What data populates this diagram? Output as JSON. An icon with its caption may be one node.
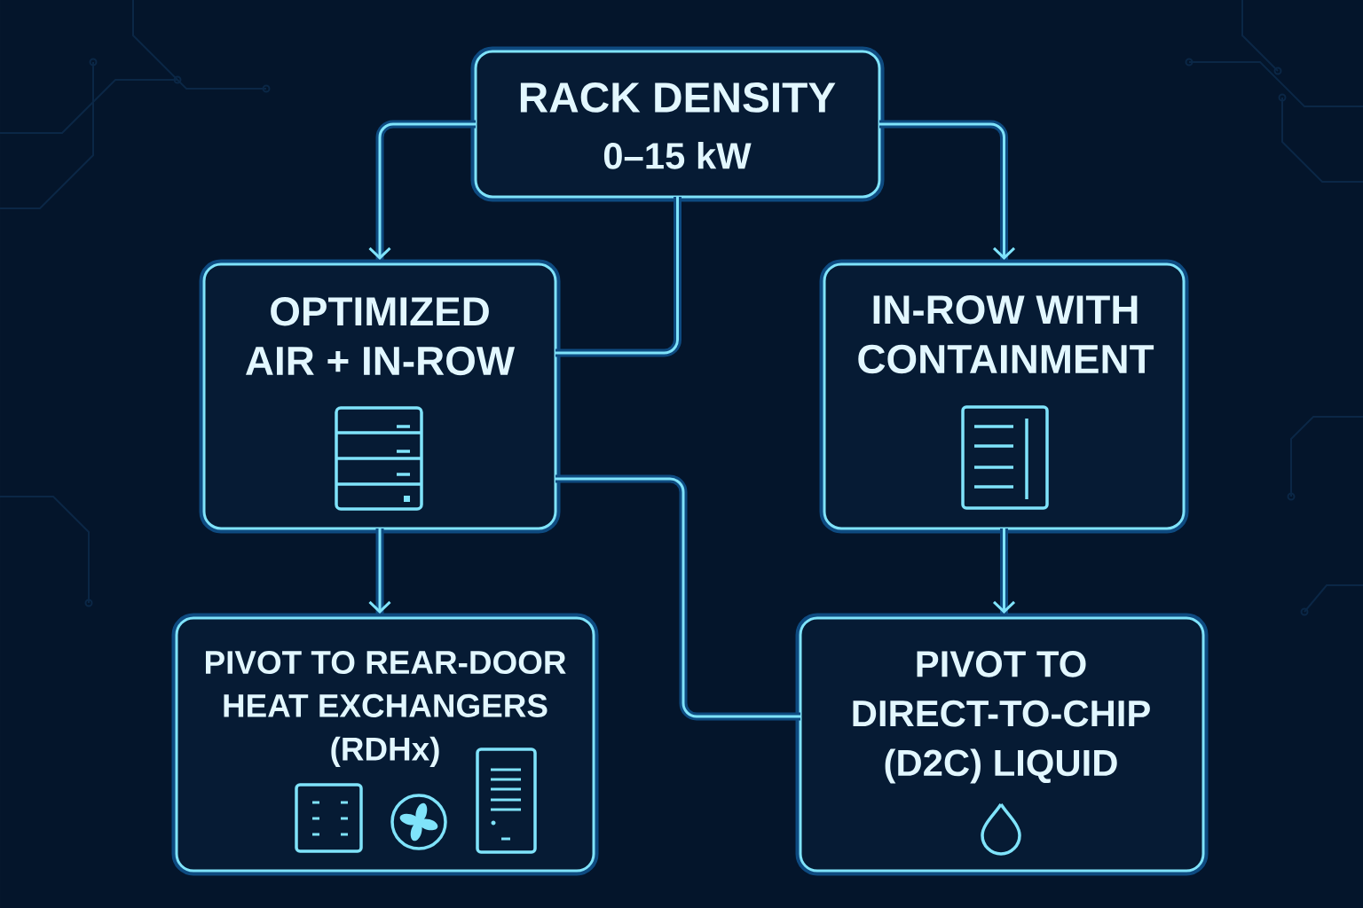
{
  "diagram": {
    "nodes": [
      {
        "text": [
          "RACK DENSITY",
          "0–15 kW"
        ]
      },
      {
        "text": [
          "OPTIMIZED AIR + IN-ROW"
        ]
      },
      {
        "text": [
          "IN-ROW WITH CONTAINMENT"
        ]
      },
      {
        "text": [
          "PIVOT TO REAR-DOOR HEAT EXCHANGERS (RDHx)"
        ]
      },
      {
        "text": [
          "PIVOT TO DIRECT-TO-CHIP (D2C) LIQUID"
        ]
      }
    ],
    "edges": [
      {
        "from": 0,
        "to": 1,
        "arrow": "to"
      },
      {
        "from": 0,
        "to": 2,
        "arrow": "to"
      },
      {
        "from": 0,
        "to": 1,
        "arrow": "none"
      },
      {
        "from": 1,
        "to": 3,
        "arrow": "to"
      },
      {
        "from": 2,
        "to": 4,
        "arrow": "to"
      },
      {
        "from": 1,
        "to": 4,
        "arrow": "none"
      }
    ]
  }
}
